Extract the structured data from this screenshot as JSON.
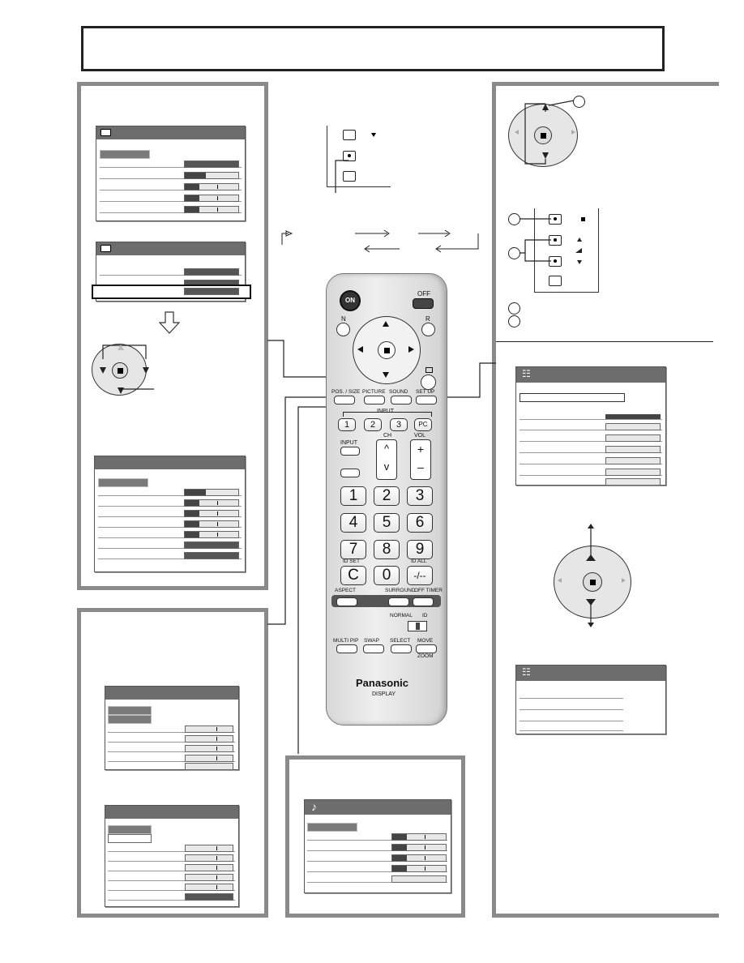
{
  "remote": {
    "on_label": "ON",
    "off_label": "OFF",
    "n_label": "N",
    "r_label": "R",
    "pos_size_label": "POS. / SIZE",
    "picture_label": "PICTURE",
    "sound_label": "SOUND",
    "setup_label": "SET UP",
    "input_group_label": "INPUT",
    "input_1": "1",
    "input_2": "2",
    "input_3": "3",
    "input_pc": "PC",
    "input_label": "INPUT",
    "ch_label": "CH",
    "vol_label": "VOL",
    "keys": [
      "1",
      "2",
      "3",
      "4",
      "5",
      "6",
      "7",
      "8",
      "9",
      "C",
      "0",
      "-/--"
    ],
    "id_set_label": "ID SET",
    "id_all_label": "ID ALL",
    "aspect_label": "ASPECT",
    "surround_label": "SURROUND",
    "off_timer_label": "OFF TIMER",
    "normal_label": "NORMAL",
    "id_label": "ID",
    "multi_pip_label": "MULTI PIP",
    "swap_label": "SWAP",
    "select_label": "SELECT",
    "move_label": "MOVE",
    "zoom_label": "ZOOM",
    "brand": "Panasonic",
    "model": "DISPLAY"
  },
  "icons": {
    "picture": "picture-menu-icon",
    "sound": "note-icon",
    "setup": "setup-list-icon"
  },
  "colors": {
    "panel_border": "#8a8a8a",
    "osd_bar": "#6d6d6d",
    "remote_body": "#e6e6e6"
  }
}
